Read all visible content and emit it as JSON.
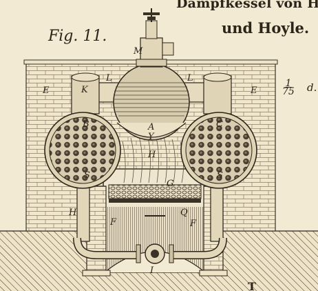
{
  "header": {
    "title_line1": "Dampfkessel von H",
    "title_line2": "und Hoyle.",
    "figure_label": "Fig. 11.",
    "scale_numerator": "1",
    "scale_denominator": "75",
    "scale_unit": "d.",
    "footer_fragment": "T"
  },
  "labels": {
    "L_left": "L",
    "L_right": "L",
    "E_left": "E",
    "E_right": "E",
    "K": "K",
    "M": "M",
    "A": "A",
    "Y": "Y",
    "H_center": "H",
    "G": "G",
    "B_left": "B",
    "C_right": "C",
    "S_left": "S",
    "S_right": "S",
    "H_left": "H",
    "F_left": "F",
    "F_right": "F",
    "Q": "Q",
    "I": "I"
  }
}
